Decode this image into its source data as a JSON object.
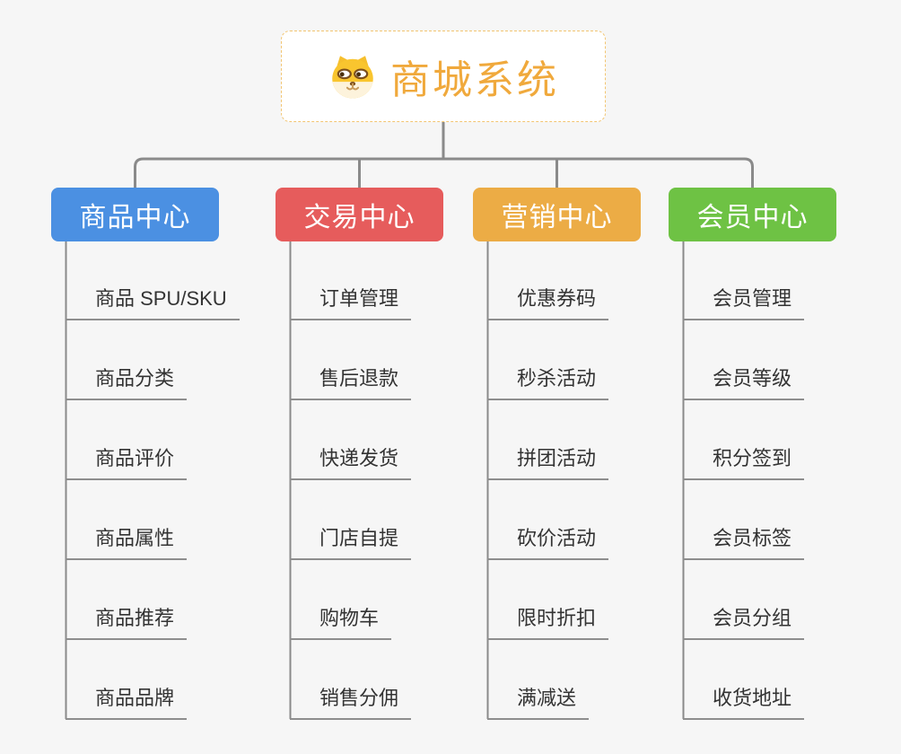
{
  "root": {
    "title": "商城系统",
    "icon": "doge-icon"
  },
  "branches": [
    {
      "id": "product-center",
      "label": "商品中心",
      "color": "#4B90E2",
      "items": [
        "商品 SPU/SKU",
        "商品分类",
        "商品评价",
        "商品属性",
        "商品推荐",
        "商品品牌"
      ]
    },
    {
      "id": "trade-center",
      "label": "交易中心",
      "color": "#E65C5C",
      "items": [
        "订单管理",
        "售后退款",
        "快递发货",
        "门店自提",
        "购物车",
        "销售分佣"
      ]
    },
    {
      "id": "marketing-center",
      "label": "营销中心",
      "color": "#ECAC45",
      "items": [
        "优惠券码",
        "秒杀活动",
        "拼团活动",
        "砍价活动",
        "限时折扣",
        "满减送"
      ]
    },
    {
      "id": "member-center",
      "label": "会员中心",
      "color": "#6EC244",
      "items": [
        "会员管理",
        "会员等级",
        "积分签到",
        "会员标签",
        "会员分组",
        "收货地址"
      ]
    }
  ],
  "colors": {
    "canvas_bg": "#F6F6F6",
    "root_bg": "#FFFFFF",
    "root_border": "#F2C572",
    "root_title": "#F0A93C",
    "connector": "#8A8A8A",
    "leaf_text": "#333333",
    "leaf_line": "#8E8E8E"
  }
}
